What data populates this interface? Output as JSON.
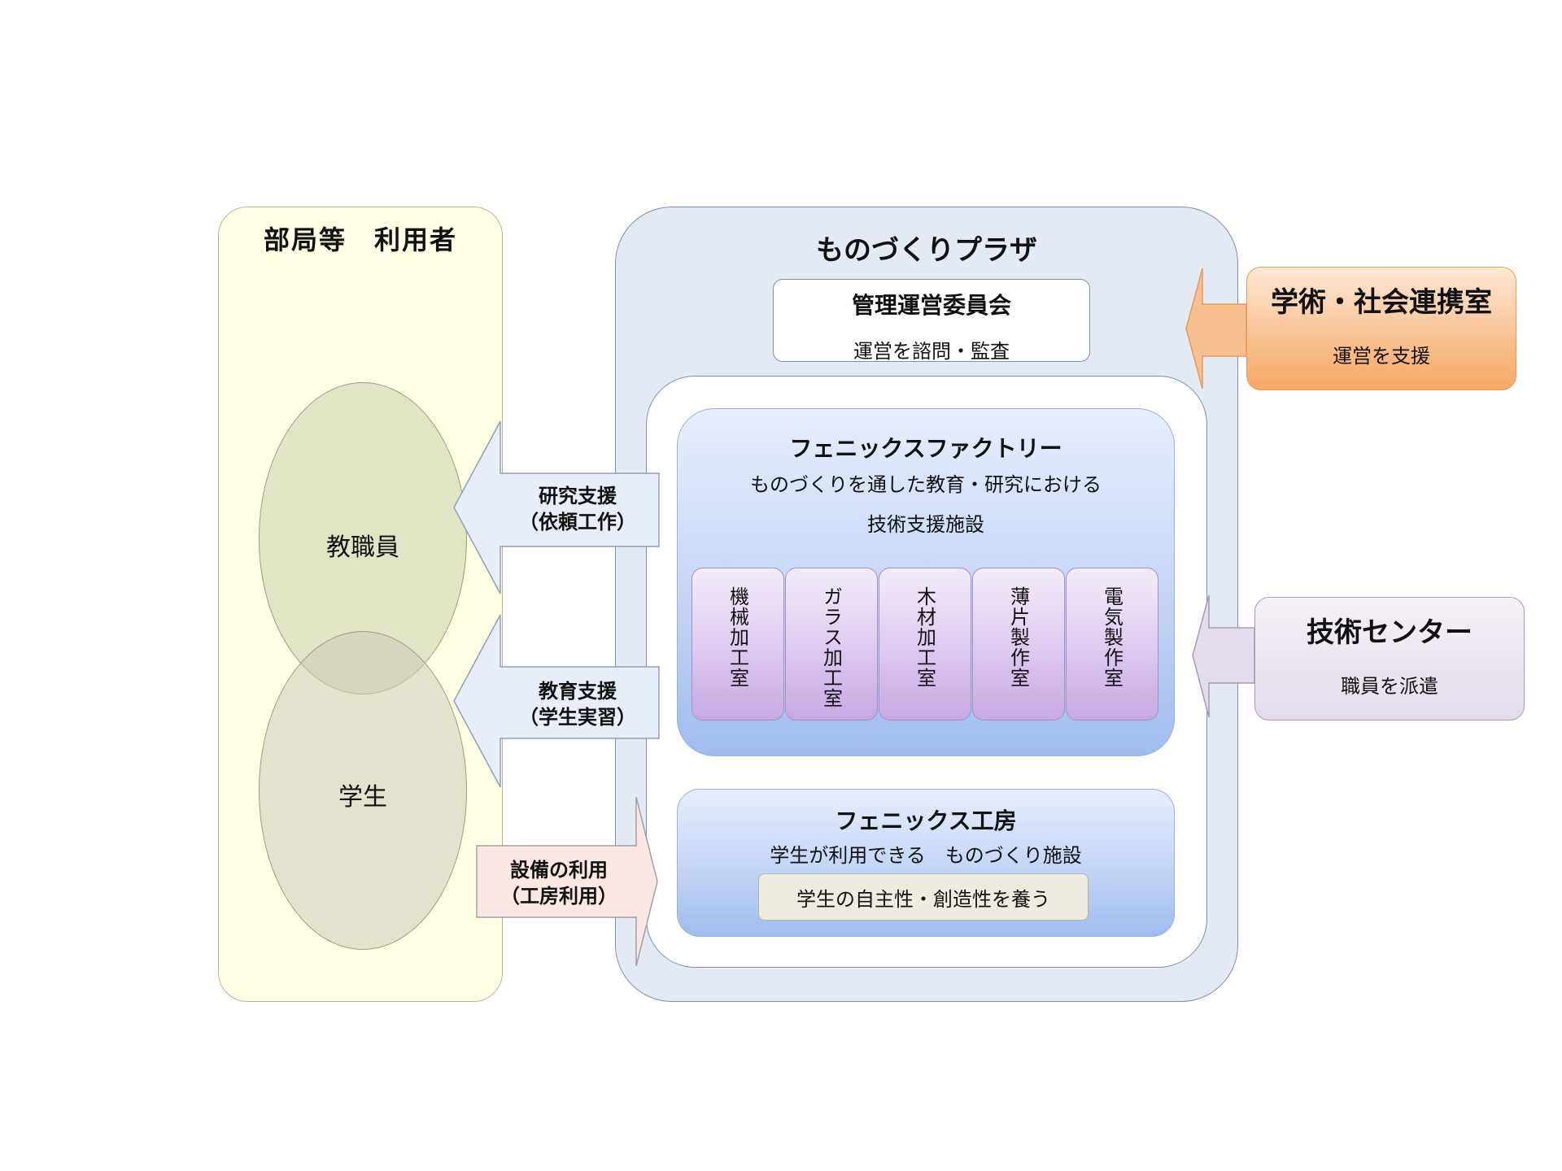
{
  "users": {
    "title": "部局等　利用者",
    "faculty": "教職員",
    "students": "学生"
  },
  "plaza": {
    "title": "ものづくりプラザ",
    "committee": {
      "title": "管理運営委員会",
      "desc": "運営を諮問・監査"
    },
    "factory": {
      "title": "フェニックスファクトリー",
      "desc_line1": "ものづくりを通した教育・研究における",
      "desc_line2": "技術支援施設",
      "rooms": [
        "機械加工室",
        "ガラス加工室",
        "木材加工室",
        "薄片製作室",
        "電気製作室"
      ]
    },
    "kobo": {
      "title": "フェニックス工房",
      "desc": "学生が利用できる　ものづくり施設",
      "sub": "学生の自主性・創造性を養う"
    }
  },
  "arrows": {
    "research": {
      "line1": "研究支援",
      "line2": "（依頼工作）"
    },
    "education": {
      "line1": "教育支援",
      "line2": "（学生実習）"
    },
    "equipment": {
      "line1": "設備の利用",
      "line2": "（工房利用）"
    }
  },
  "coop_office": {
    "title": "学術・社会連携室",
    "desc": "運営を支援"
  },
  "tech_center": {
    "title": "技術センター",
    "desc": "職員を派遣"
  },
  "colors": {
    "users_panel": "#ffffe6",
    "plaza_panel": "#e4eaf3",
    "factory": "#bcd0f4",
    "room": "#ddc9ef",
    "coop": "#f9c08f",
    "tech": "#e4dcec",
    "arrow_support": "#e8eef8",
    "arrow_use": "#fbe8e4"
  }
}
